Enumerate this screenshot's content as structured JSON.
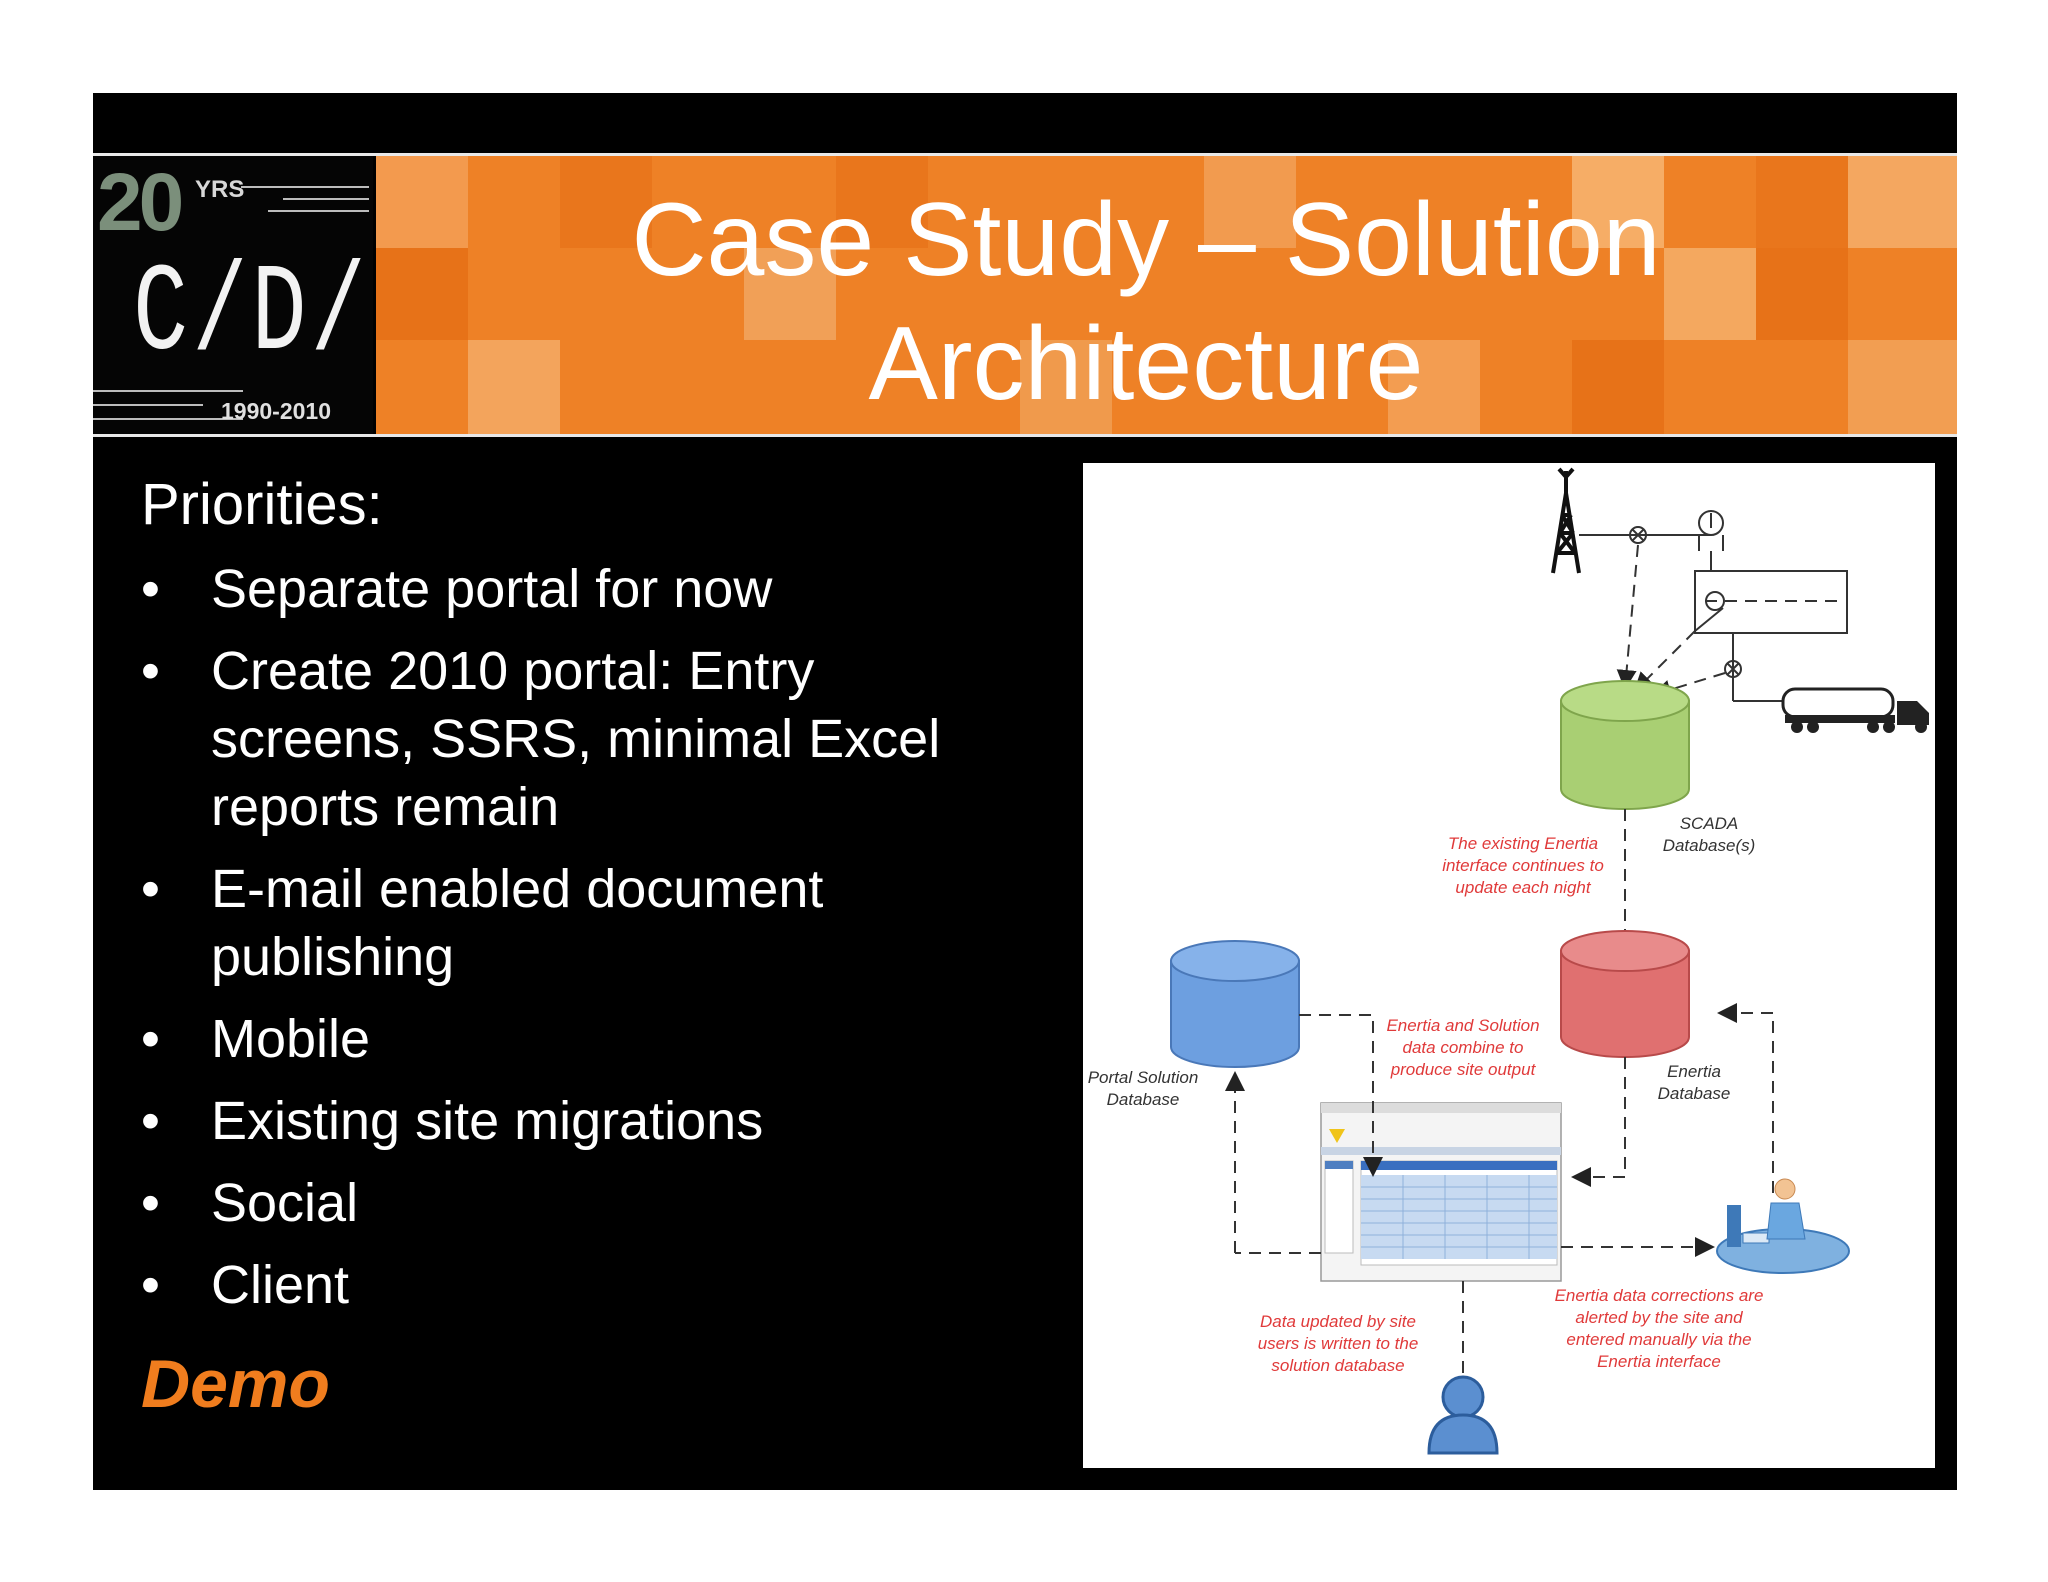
{
  "logo": {
    "years_number": "20",
    "years_suffix": "YRS",
    "monogram": "C/D/H",
    "year_span": "1990-2010"
  },
  "title_line1": "Case Study – Solution",
  "title_line2": "Architecture",
  "priorities_heading": "Priorities:",
  "bullet_symbol": "•",
  "priorities": [
    {
      "line1": "Separate portal for now",
      "line2": "",
      "line3": ""
    },
    {
      "line1": "Create 2010 portal: Entry",
      "line2": "screens, SSRS, minimal Excel",
      "line3": "reports remain"
    },
    {
      "line1": "E-mail enabled document",
      "line2": "publishing",
      "line3": ""
    },
    {
      "line1": "Mobile",
      "line2": "",
      "line3": ""
    },
    {
      "line1": "Existing site migrations",
      "line2": "",
      "line3": ""
    },
    {
      "line1": "Social",
      "line2": "",
      "line3": ""
    },
    {
      "line1": "Client",
      "line2": "",
      "line3": ""
    }
  ],
  "demo_label": "Demo",
  "diagram": {
    "scada_label": {
      "line1": "SCADA",
      "line2": "Database(s)"
    },
    "interface_note": {
      "line1": "The existing Enertia",
      "line2": "interface continues to",
      "line3": "update each night"
    },
    "combine_note": {
      "line1": "Enertia and Solution",
      "line2": "data combine to",
      "line3": "produce site output"
    },
    "portal_db_label": {
      "line1": "Portal Solution",
      "line2": "Database"
    },
    "enertia_db_label": {
      "line1": "Enertia",
      "line2": "Database"
    },
    "site_update_note": {
      "line1": "Data updated by site",
      "line2": "users is written to the",
      "line3": "solution database"
    },
    "corrections_note": {
      "line1": "Enertia data corrections are",
      "line2": "alerted by the site and",
      "line3": "entered manually via the",
      "line4": "Enertia interface"
    }
  },
  "colors": {
    "banner_orange": "#ee8126",
    "demo_orange": "#f07d1e",
    "scada_green": "#a9cf73",
    "enertia_red": "#e07070",
    "portal_blue": "#6d9fe0",
    "note_red": "#e03a3a"
  }
}
